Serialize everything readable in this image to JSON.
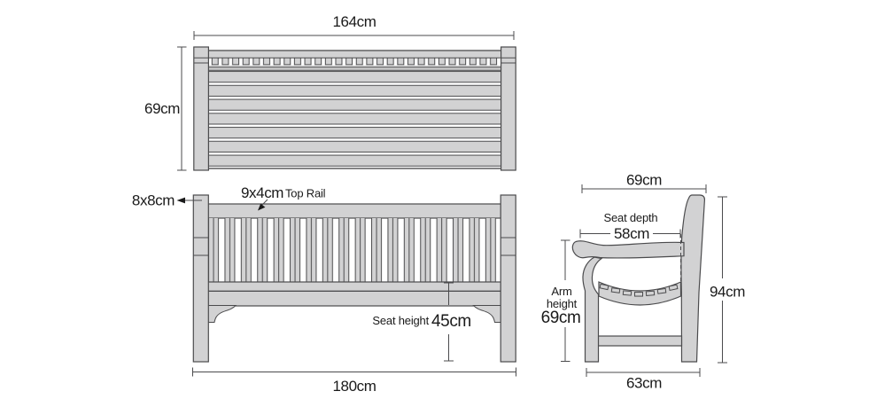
{
  "drawing_title": "bench-dimension-drawing",
  "views": {
    "top": {
      "width_label": "164cm",
      "depth_label": "69cm"
    },
    "front": {
      "post_section_label": "8x8cm",
      "top_rail_section_label": "9x4cm",
      "top_rail_text": "Top Rail",
      "seat_height_text": "Seat height",
      "seat_height_label": "45cm",
      "width_label": "180cm"
    },
    "side": {
      "depth_label": "69cm",
      "seat_depth_text": "Seat depth",
      "seat_depth_label": "58cm",
      "height_label": "94cm",
      "arm_text_line1": "Arm",
      "arm_text_line2": "height",
      "arm_height_label": "69cm",
      "base_label": "63cm"
    }
  },
  "colors": {
    "background": "#ffffff",
    "wood_fill": "#d2d2d3",
    "outline": "#4b4b4d",
    "dimension_line": "#4b4b4d",
    "text": "#1a1a1a"
  }
}
